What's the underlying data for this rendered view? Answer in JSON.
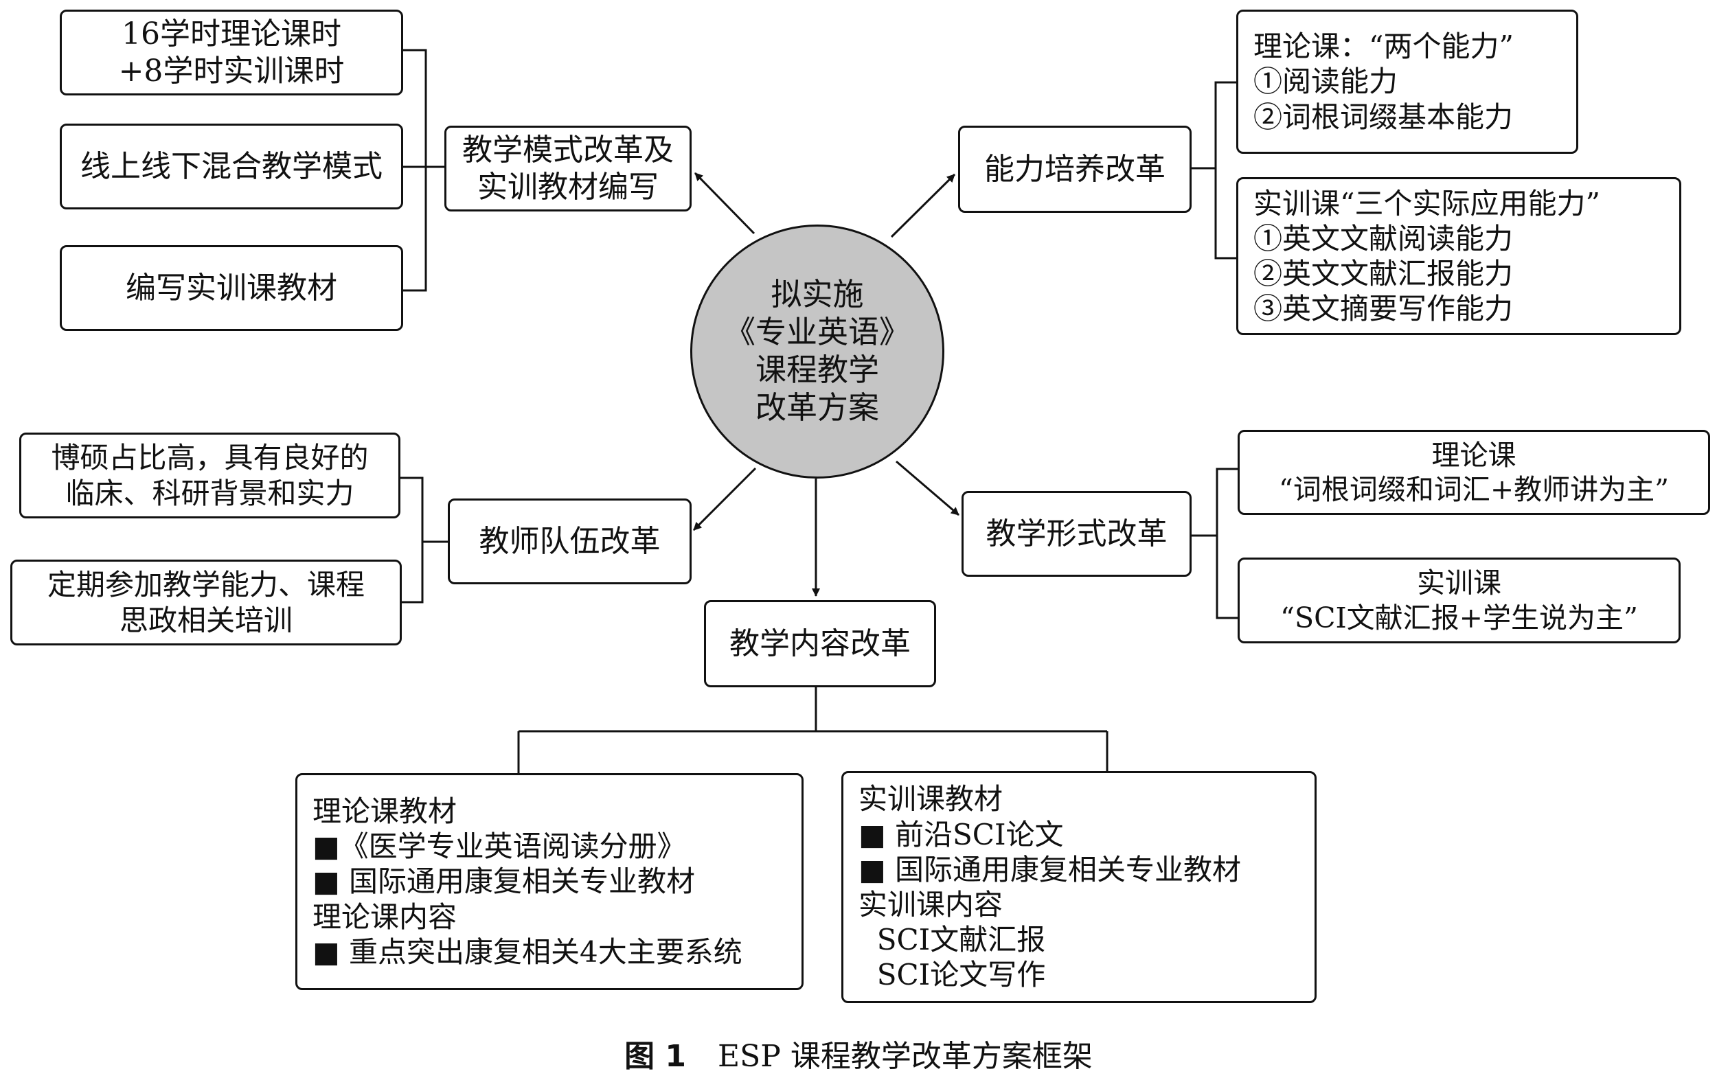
{
  "hub": {
    "lines": [
      "拟实施",
      "《专业英语》",
      "课程教学",
      "改革方案"
    ]
  },
  "branches": {
    "teaching_mode": {
      "lines": [
        "教学模式改革及",
        "实训教材编写"
      ],
      "items": [
        {
          "lines": [
            "16学时理论课时",
            "+8学时实训课时"
          ]
        },
        {
          "lines": [
            "线上线下混合教学模式"
          ]
        },
        {
          "lines": [
            "编写实训课教材"
          ]
        }
      ]
    },
    "ability": {
      "label": "能力培养改革",
      "items": [
        {
          "lines": [
            "理论课：“两个能力”",
            "①阅读能力",
            "②词根词缀基本能力"
          ]
        },
        {
          "lines": [
            "实训课“三个实际应用能力”",
            "①英文文献阅读能力",
            "②英文文献汇报能力",
            "③英文摘要写作能力"
          ]
        }
      ]
    },
    "teachers": {
      "label": "教师队伍改革",
      "items": [
        {
          "lines": [
            "博硕占比高，具有良好的",
            "临床、科研背景和实力"
          ]
        },
        {
          "lines": [
            "定期参加教学能力、课程",
            "思政相关培训"
          ]
        }
      ]
    },
    "form": {
      "label": "教学形式改革",
      "items": [
        {
          "lines": [
            "理论课",
            "“词根词缀和词汇+教师讲为主”"
          ]
        },
        {
          "lines": [
            "实训课",
            "“SCI文献汇报+学生说为主”"
          ]
        }
      ]
    },
    "content": {
      "label": "教学内容改革",
      "items": [
        {
          "lines": [
            "理论课教材",
            "■《医学专业英语阅读分册》",
            "■ 国际通用康复相关专业教材",
            "理论课内容",
            "■ 重点突出康复相关4大主要系统"
          ]
        },
        {
          "lines": [
            "实训课教材",
            "■ 前沿SCI论文",
            "■ 国际通用康复相关专业教材",
            "实训课内容",
            "  SCI文献汇报",
            "  SCI论文写作"
          ]
        }
      ]
    }
  },
  "caption": {
    "label": "图 1",
    "text": "ESP 课程教学改革方案框架"
  }
}
